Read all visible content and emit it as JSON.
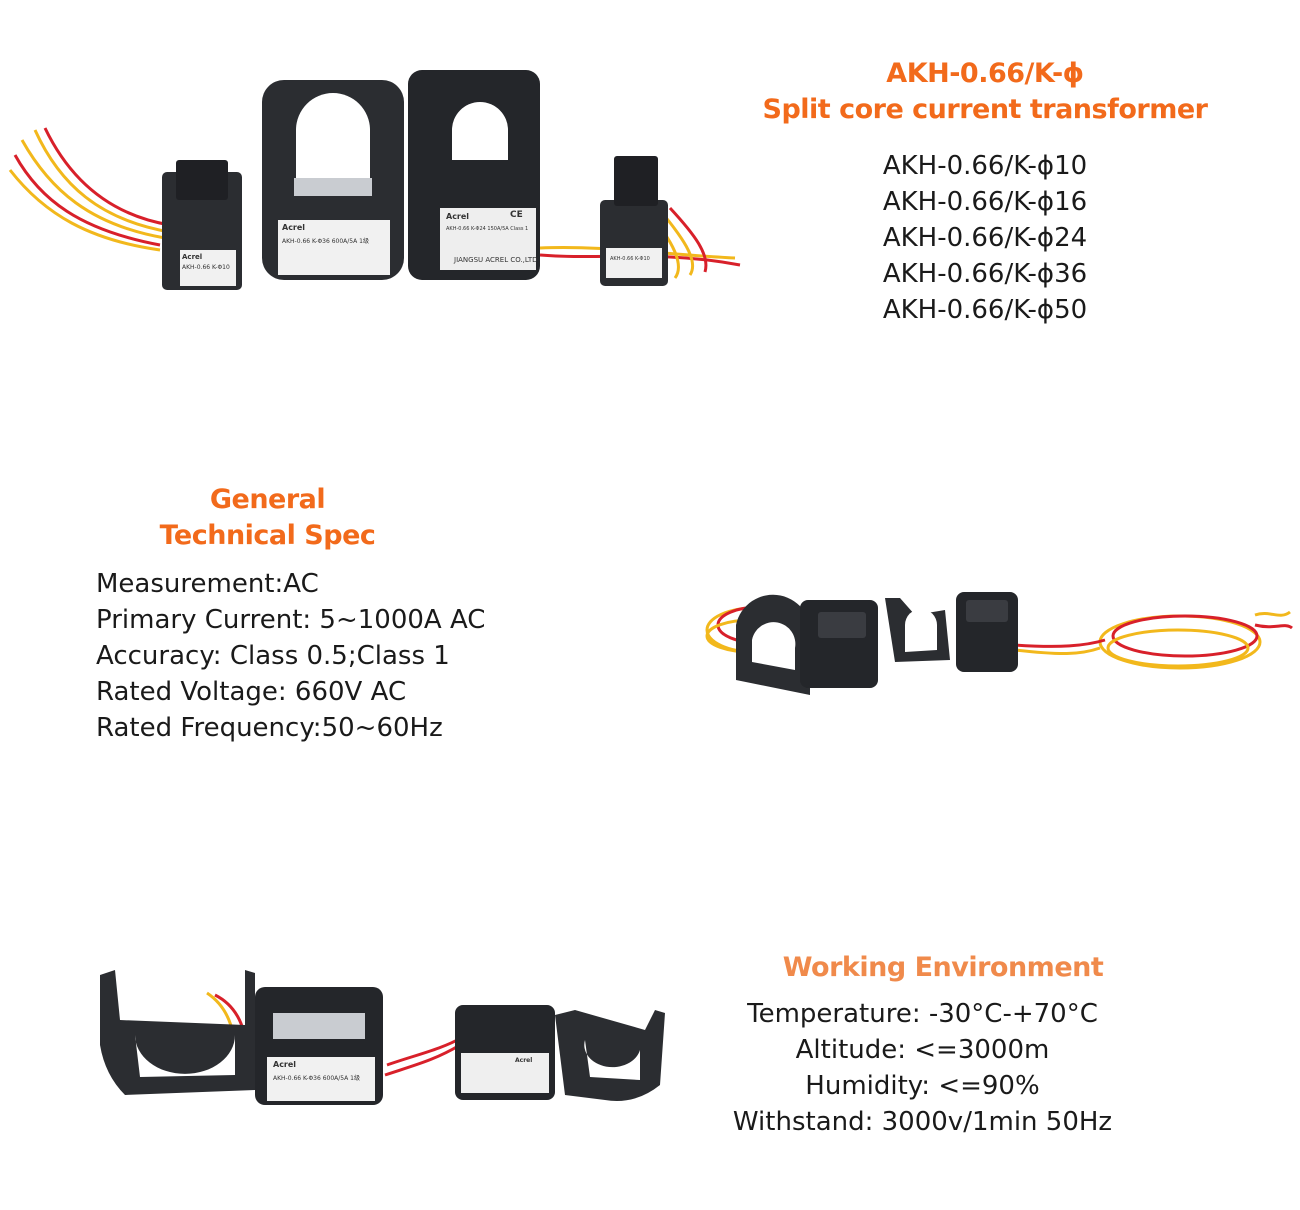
{
  "section1": {
    "title_line1": "AKH-0.66/K-ϕ",
    "title_line2": "Split core current transformer",
    "models": [
      "AKH-0.66/K-ϕ10",
      "AKH-0.66/K-ϕ16",
      "AKH-0.66/K-ϕ24",
      "AKH-0.66/K-ϕ36",
      "AKH-0.66/K-ϕ50"
    ],
    "label_brand": "Acrel",
    "label_small_1": "AKH-0.66 K-Φ10",
    "label_big": "AKH-0.66 K-Φ36 600A/5A 1级",
    "label_mid": "AKH-0.66 K-Φ24 150A/5A Class 1",
    "label_mid_company": "JIANGSU ACREL CO.,LTD",
    "label_small_2": "AKH-0.66 K-Φ10",
    "ce_mark": "CE"
  },
  "section2": {
    "title_line1": "General",
    "title_line2": "Technical Spec",
    "specs": [
      "Measurement:AC",
      "Primary Current: 5~1000A AC",
      "Accuracy: Class 0.5;Class 1",
      "Rated Voltage: 660V AC",
      "Rated Frequency:50~60Hz"
    ]
  },
  "section3": {
    "title": "Working Environment",
    "specs": [
      "Temperature: -30°C-+70°C",
      "Altitude: <=3000m",
      "Humidity: <=90%",
      "Withstand: 3000v/1min 50Hz"
    ],
    "label_brand": "Acrel",
    "label_big": "AKH-0.66 K-Φ36 600A/5A 1级"
  },
  "colors": {
    "title_orange": "#f26a1b",
    "title_orange_light": "#f08a4b",
    "device_body": "#2b2d31",
    "wire_red": "#d8202a",
    "wire_yellow": "#f2b81c"
  }
}
